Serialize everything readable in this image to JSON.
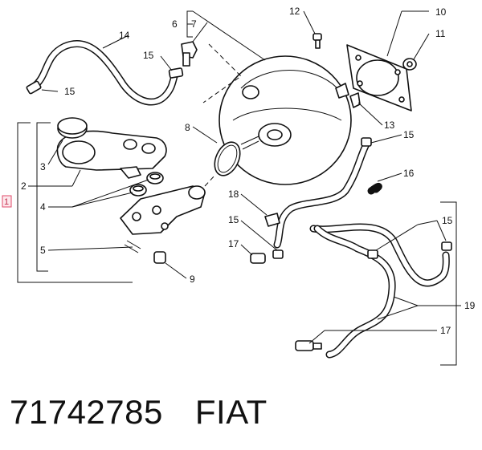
{
  "diagram": {
    "labels": {
      "p1": "1",
      "p2": "2",
      "p3": "3",
      "p4": "4",
      "p5": "5",
      "p6": "6",
      "p7": "7",
      "p8": "8",
      "p9": "9",
      "p10": "10",
      "p11": "11",
      "p12": "12",
      "p13": "13",
      "p14": "14",
      "p15a": "15",
      "p15b": "15",
      "p15c": "15",
      "p15d": "15",
      "p15e": "15",
      "p16": "16",
      "p17a": "17",
      "p17b": "17",
      "p18": "18",
      "p19": "19"
    },
    "highlight_color": "#e04a6a"
  },
  "caption": {
    "part_number": "71742785",
    "brand": "FIAT"
  }
}
